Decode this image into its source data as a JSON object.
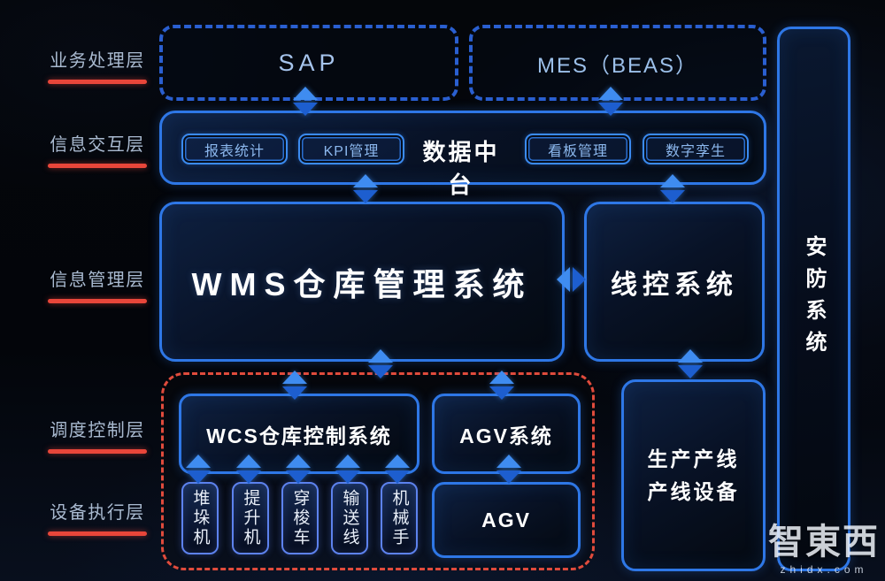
{
  "layers": [
    {
      "label": "业务处理层"
    },
    {
      "label": "信息交互层"
    },
    {
      "label": "信息管理层"
    },
    {
      "label": "调度控制层"
    },
    {
      "label": "设备执行层"
    }
  ],
  "business_layer": {
    "sap": "SAP",
    "mes": "MES（BEAS）"
  },
  "interaction_layer": {
    "data_platform": "数据中台",
    "modules": [
      {
        "label": "报表统计"
      },
      {
        "label": "KPI管理"
      },
      {
        "label": "看板管理"
      },
      {
        "label": "数字孪生"
      }
    ]
  },
  "management_layer": {
    "wms": "WMS仓库管理系统",
    "line_control": "线控系统"
  },
  "security_system": {
    "label": "安防系统"
  },
  "dispatch_layer": {
    "wcs": "WCS仓库控制系统",
    "agv_system": "AGV系统"
  },
  "execution_layer": {
    "devices": [
      {
        "label": "堆垛机"
      },
      {
        "label": "提升机"
      },
      {
        "label": "穿梭车"
      },
      {
        "label": "输送线"
      },
      {
        "label": "机械手"
      }
    ],
    "agv": "AGV"
  },
  "production": {
    "line1": "生产产线",
    "line2": "产线设备"
  },
  "watermark": {
    "logo": "智東西",
    "site": "zhidx.com"
  },
  "colors": {
    "accent_blue": "#2e77e6",
    "accent_red": "#e8463a",
    "arrow_blue": "#3f8cf0"
  }
}
